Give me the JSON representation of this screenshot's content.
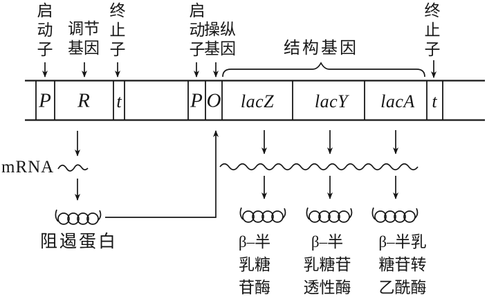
{
  "colors": {
    "ink": "#161616",
    "background": "#ffffff"
  },
  "annotations": {
    "promoter1": "启\n动\n子",
    "regulator_gene": "调节\n基因",
    "terminator1": "终\n止\n子",
    "promoter2": "启\n动\n子",
    "operator_gene": "操纵\n基因",
    "structural_genes": "结构基因",
    "terminator2": "终\n止\n子"
  },
  "segments": {
    "p1": "P",
    "r": "R",
    "t1": "t",
    "p2": "P",
    "o": "O",
    "lacz": "lacZ",
    "lacy": "lacY",
    "laca": "lacA",
    "t2": "t"
  },
  "products": {
    "mrna_label": "mRNA",
    "repressor_label": "阻遏蛋白",
    "enzyme_lacz": "β–半\n乳糖\n苷酶",
    "enzyme_lacy": "β–半\n乳糖苷\n透性酶",
    "enzyme_laca": "β–半乳\n糖苷转\n乙酰酶"
  }
}
